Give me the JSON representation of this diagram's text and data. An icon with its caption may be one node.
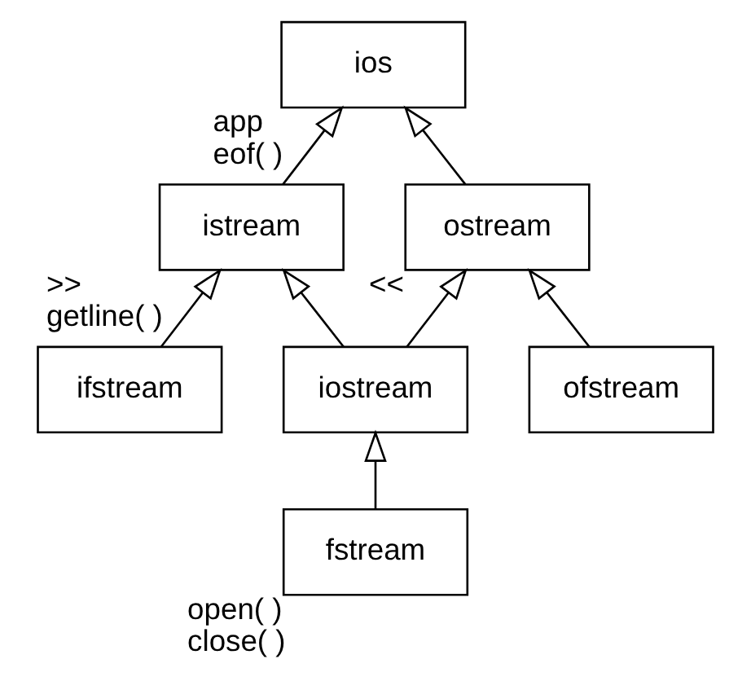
{
  "diagram": {
    "nodes": [
      {
        "text": [
          "ios"
        ],
        "beside": [
          "app",
          "eof( )"
        ]
      },
      {
        "text": [
          "istream"
        ],
        "beside": [
          ">>",
          "getline( )"
        ]
      },
      {
        "text": [
          "ostream"
        ],
        "beside": [
          "<<"
        ]
      },
      {
        "text": [
          "ifstream"
        ]
      },
      {
        "text": [
          "iostream"
        ]
      },
      {
        "text": [
          "ofstream"
        ]
      },
      {
        "text": [
          "fstream"
        ],
        "beside": [
          "open( )",
          "close( )"
        ]
      }
    ],
    "edges": [
      {
        "from": 1,
        "to": 0,
        "arrow": "to"
      },
      {
        "from": 2,
        "to": 0,
        "arrow": "to"
      },
      {
        "from": 3,
        "to": 1,
        "arrow": "to"
      },
      {
        "from": 4,
        "to": 1,
        "arrow": "to"
      },
      {
        "from": 4,
        "to": 2,
        "arrow": "to"
      },
      {
        "from": 5,
        "to": 2,
        "arrow": "to"
      },
      {
        "from": 6,
        "to": 4,
        "arrow": "to"
      }
    ]
  }
}
